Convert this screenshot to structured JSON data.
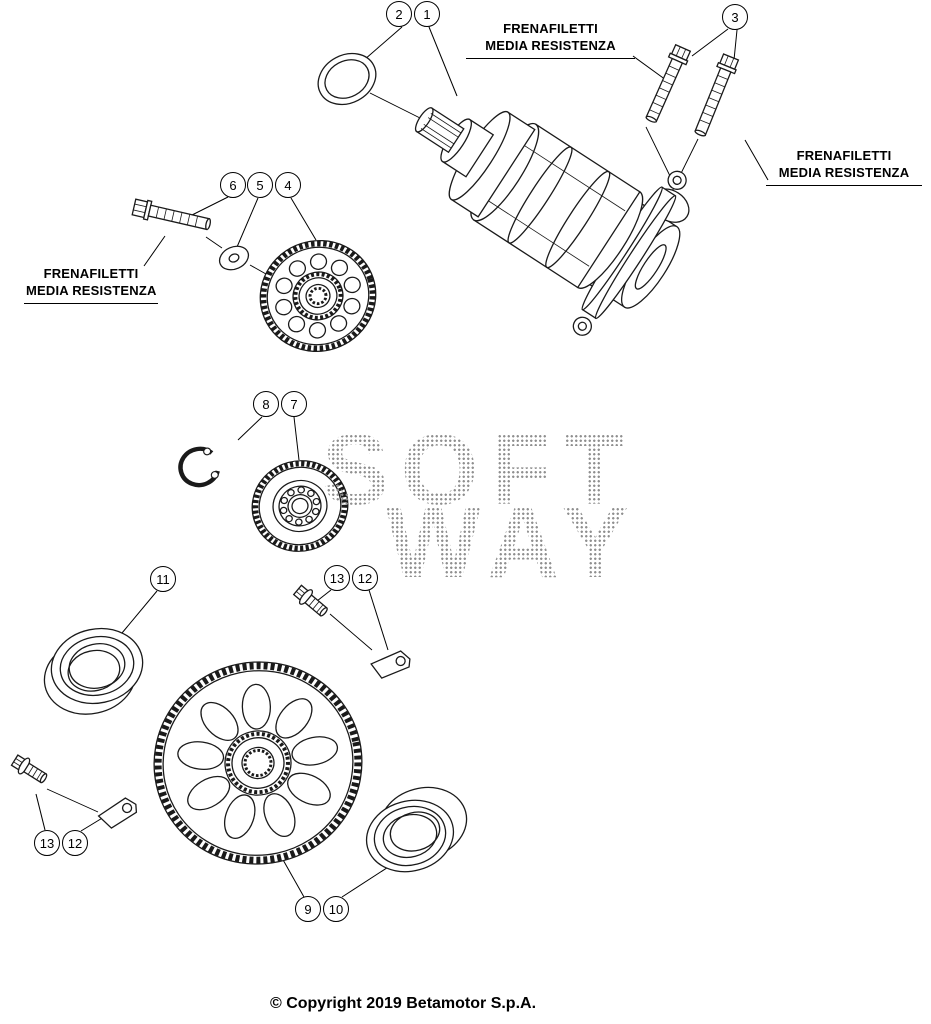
{
  "callouts": {
    "c1": "1",
    "c2": "2",
    "c3": "3",
    "c4": "4",
    "c5": "5",
    "c6": "6",
    "c7": "7",
    "c8": "8",
    "c9": "9",
    "c10": "10",
    "c11": "11",
    "c12": "12",
    "c13": "13"
  },
  "notes": {
    "frenafiletti_line1": "FRENAFILETTI",
    "frenafiletti_line2": "MEDIA RESISTENZA"
  },
  "watermark": {
    "line1": "SOFT",
    "line2": "WAY"
  },
  "footer": {
    "copyright": "© Copyright 2019 Betamotor S.p.A."
  },
  "colors": {
    "line": "#1a1a1a",
    "text": "#000000",
    "watermark_dot": "#8f8f8f"
  }
}
